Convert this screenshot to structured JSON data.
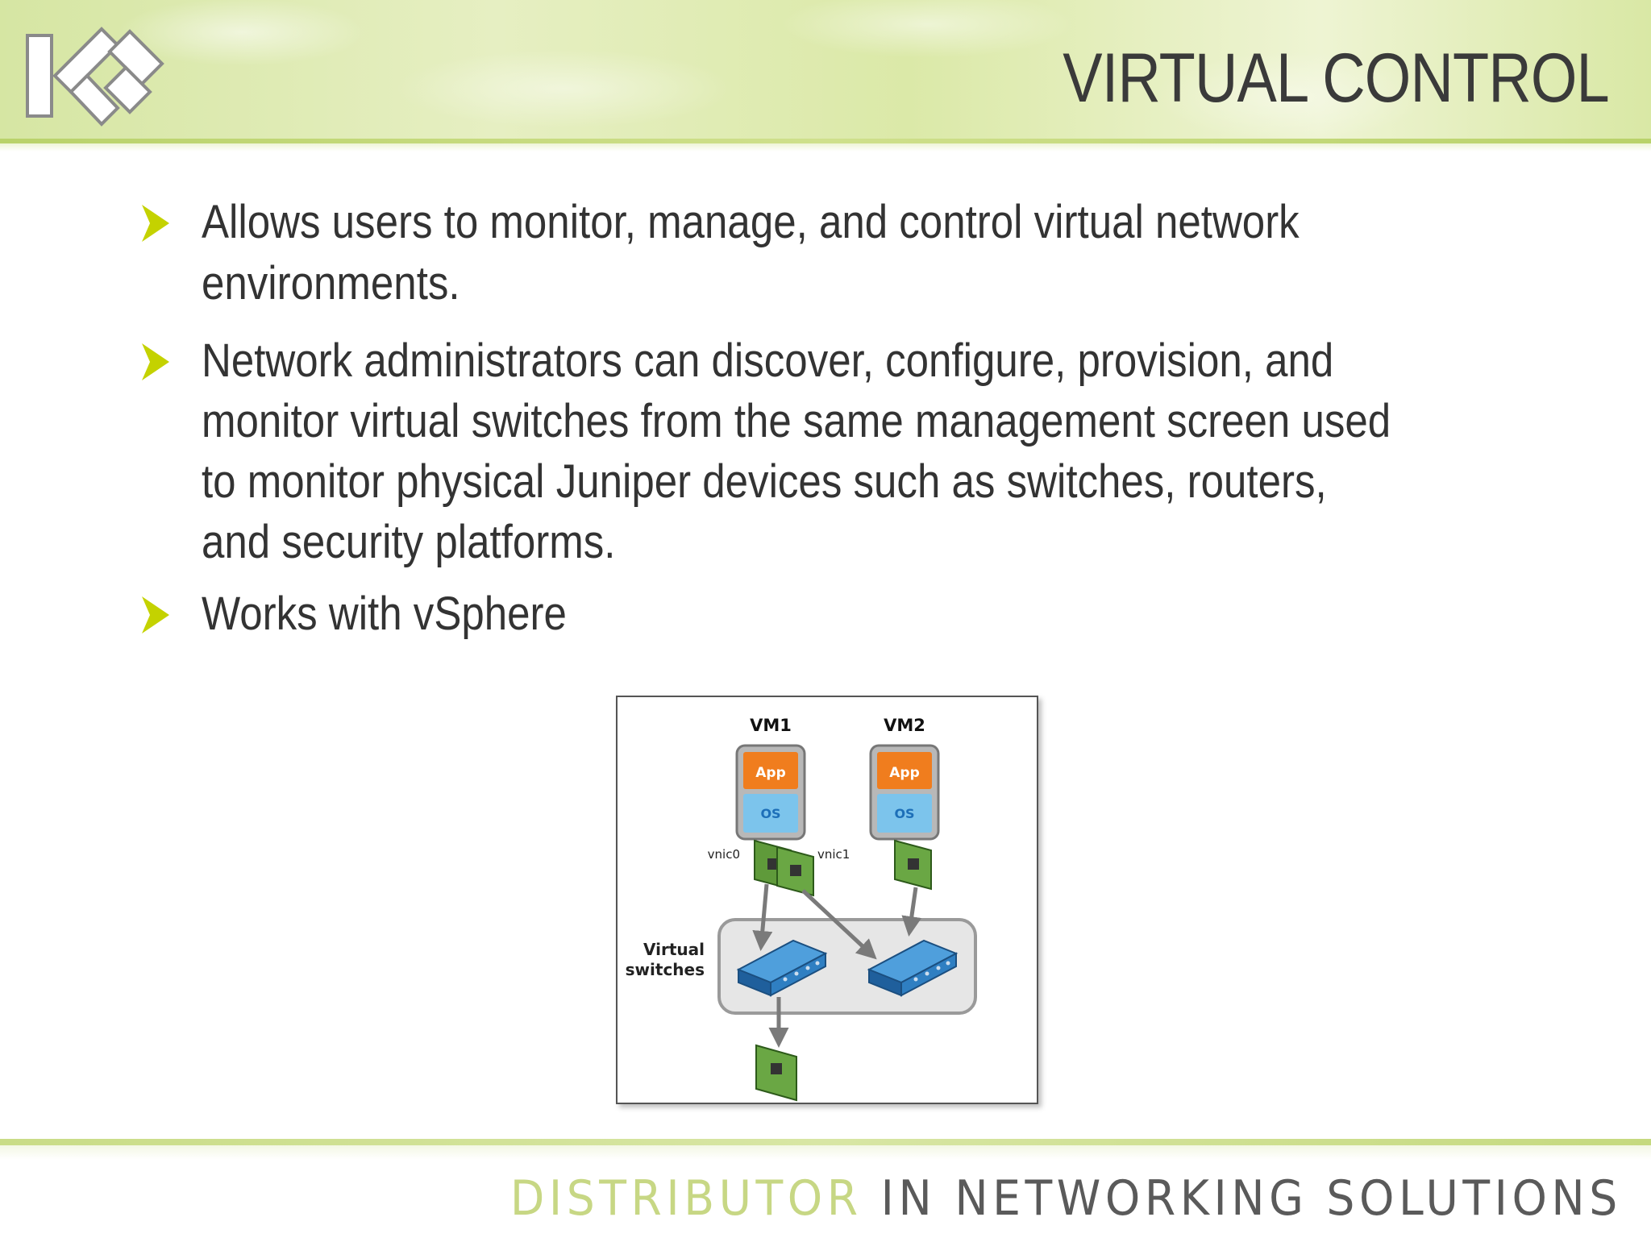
{
  "slide": {
    "title": "VIRTUAL CONTROL",
    "bullets": [
      "Allows users to monitor, manage, and control virtual network environments.",
      "Network administrators can discover, configure, provision, and monitor virtual switches from the same management screen used to monitor physical Juniper devices such as switches, routers, and security platforms.",
      "Works with vSphere"
    ]
  },
  "figure": {
    "vm1_label": "VM1",
    "vm2_label": "VM2",
    "app_label": "App",
    "os_label": "OS",
    "vnic0_label": "vnic0",
    "vnic1_label": "vnic1",
    "switches_label_line1": "Virtual",
    "switches_label_line2": "switches"
  },
  "footer": {
    "part1": "DISTRIBUTOR",
    "part2": " IN NETWORKING SOLUTIONS"
  },
  "colors": {
    "accent_green": "#c4d200",
    "app_orange": "#f07d1e",
    "os_blue": "#7cc4ec",
    "switch_blue": "#2f7fc2"
  },
  "icons": {
    "logo": "company-logo",
    "bullet": "diamond-bullet-icon"
  }
}
